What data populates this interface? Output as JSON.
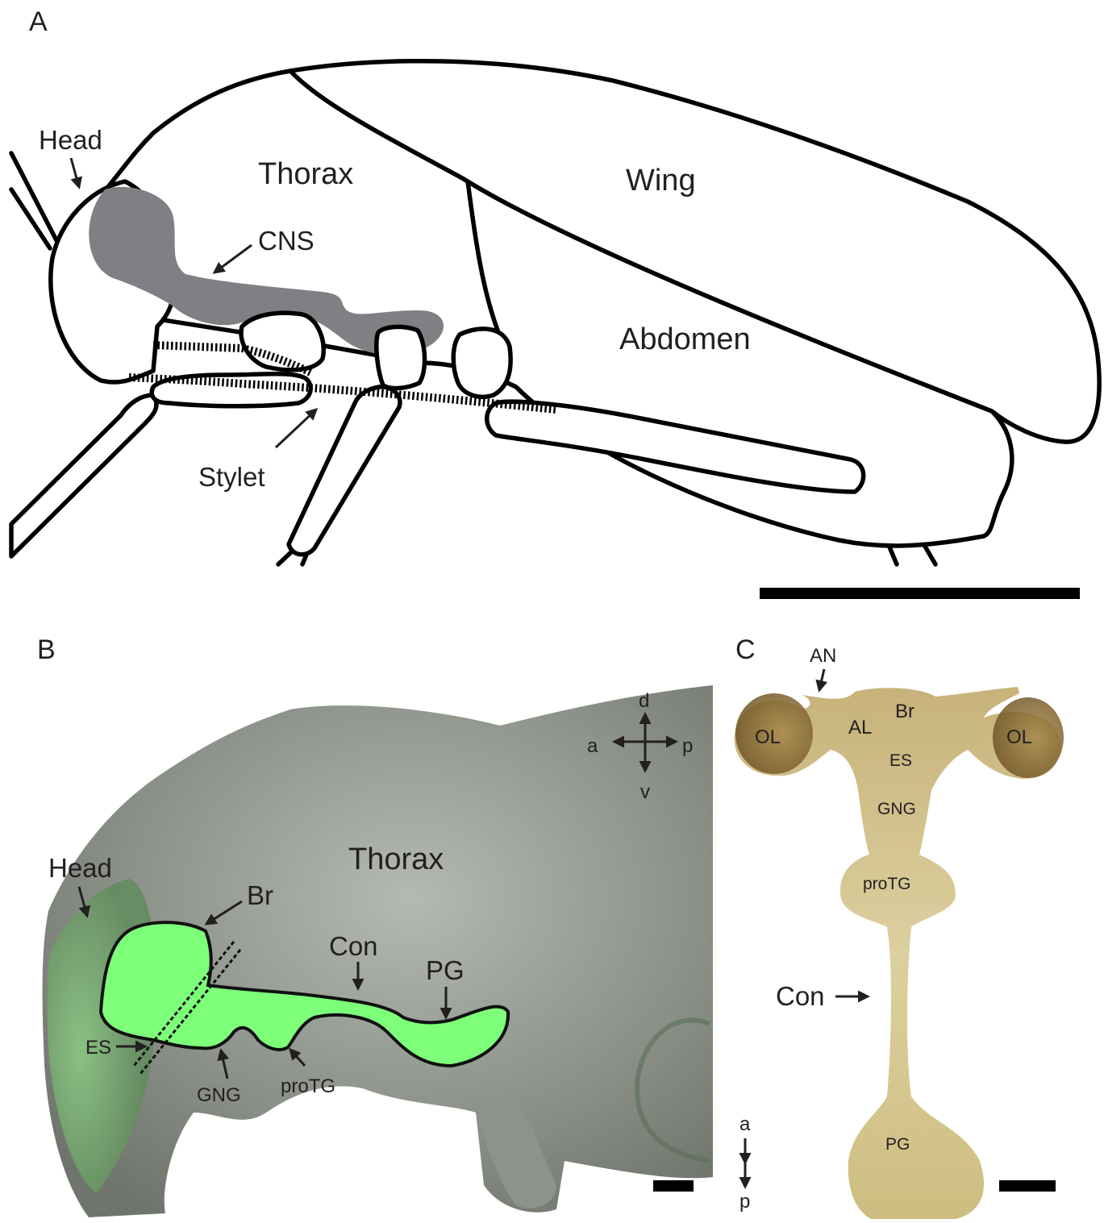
{
  "panel_a": {
    "letter": "A",
    "labels": {
      "head": "Head",
      "thorax": "Thorax",
      "wing": "Wing",
      "cns": "CNS",
      "abdomen": "Abdomen",
      "stylet": "Stylet"
    }
  },
  "panel_b": {
    "letter": "B",
    "labels": {
      "head": "Head",
      "thorax": "Thorax",
      "br": "Br",
      "con": "Con",
      "pg": "PG",
      "es": "ES",
      "gng": "GNG",
      "protg": "proTG"
    },
    "axes": {
      "dorsal": "d",
      "ventral": "v",
      "anterior": "a",
      "posterior": "p"
    }
  },
  "panel_c": {
    "letter": "C",
    "labels": {
      "an": "AN",
      "ol_left": "OL",
      "ol_right": "OL",
      "al": "AL",
      "br": "Br",
      "es": "ES",
      "gng": "GNG",
      "protg": "proTG",
      "con": "Con",
      "pg": "PG"
    },
    "axes": {
      "anterior": "a",
      "posterior": "p"
    }
  },
  "colors": {
    "cns_gray": "#7f7f84",
    "gfp_green": "#7dff7a",
    "tissue_gray": "#8e938c",
    "ganglion_tan": "#d9ce99"
  }
}
